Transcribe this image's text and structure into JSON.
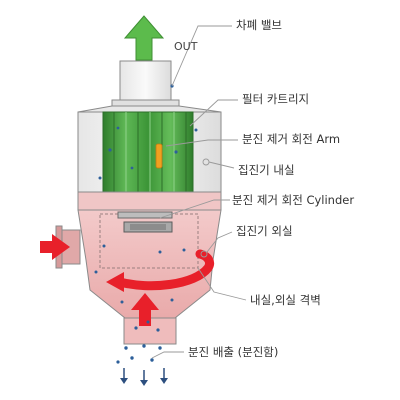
{
  "labels": {
    "out": "OUT",
    "shutoff_valve": "차폐 밸브",
    "filter_cartridge": "필터 카트리지",
    "dust_removal_arm": "분진 제거 회전 Arm",
    "collector_inner": "집진기 내실",
    "dust_removal_cylinder": "분진 제거 회전 Cylinder",
    "collector_outer": "집진기 외실",
    "partition_wall": "내실,외실 격벽",
    "dust_discharge": "분진 배출 (분진함)"
  },
  "colors": {
    "flow_out_arrow": "#4caf3f",
    "flow_in_arrow": "#e8202a",
    "filter_green": "#3f9a3b",
    "housing_pink": "#efb9b9",
    "dust_dots": "#2d5f9a",
    "arm_orange": "#f0a020",
    "leader_line": "#9a9a9a"
  }
}
